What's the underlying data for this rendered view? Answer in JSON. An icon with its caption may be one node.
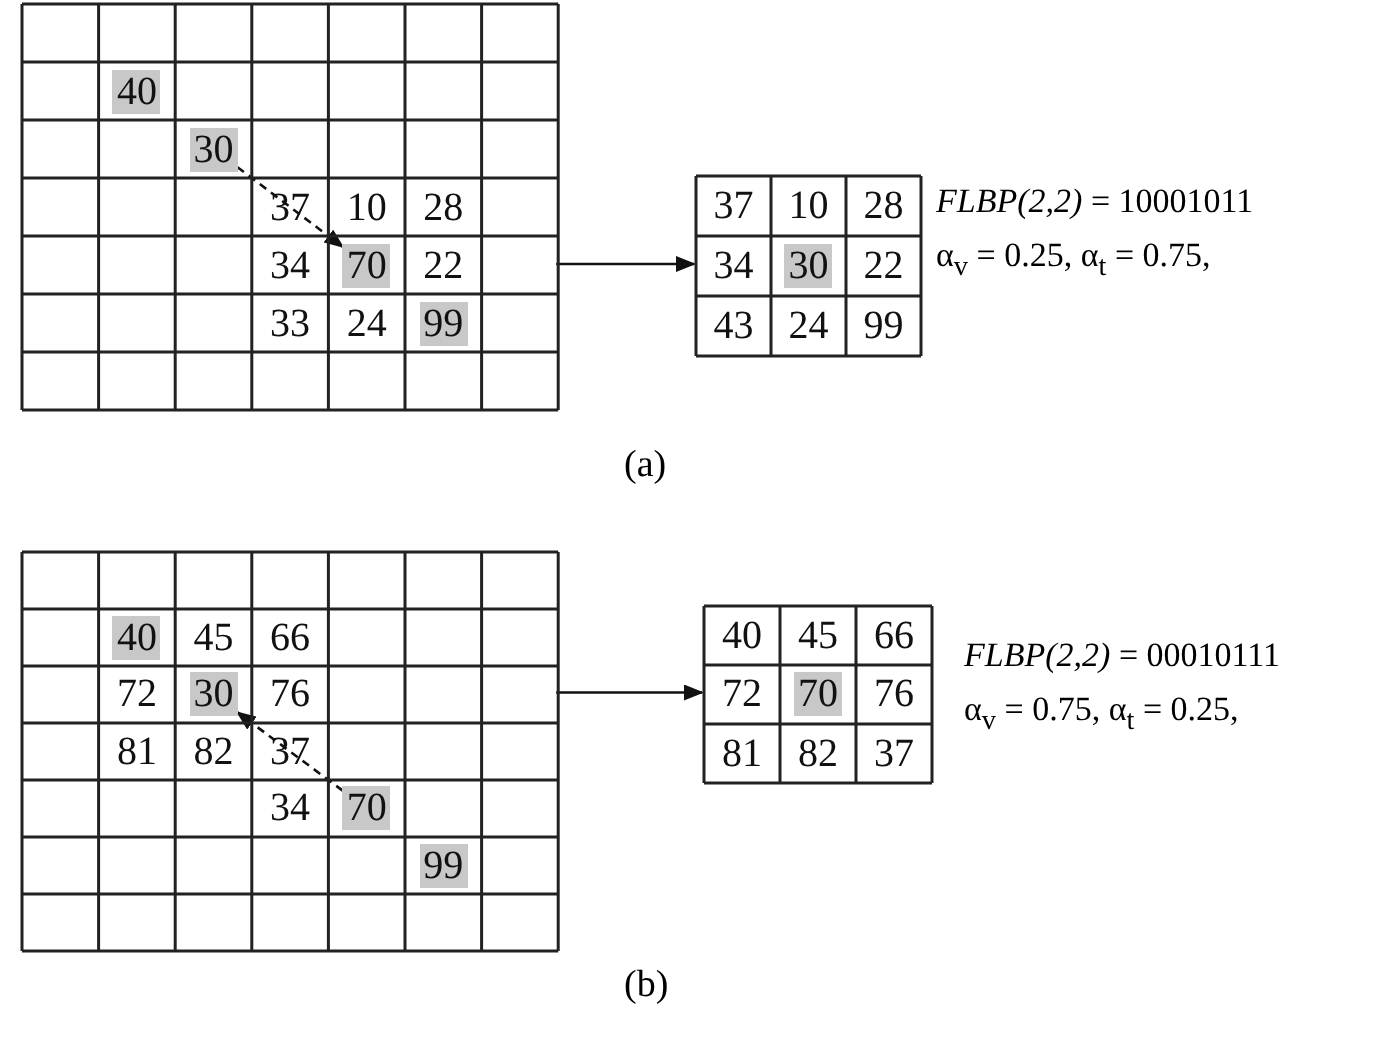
{
  "diagram": {
    "nodes": [
      {
        "text": [],
        "shape": "grid"
      },
      {
        "text": [
          "40"
        ],
        "in": 0
      },
      {
        "text": [
          "30"
        ],
        "in": 0
      },
      {
        "text": [
          "37"
        ],
        "in": 0
      },
      {
        "text": [
          "10"
        ],
        "in": 0
      },
      {
        "text": [
          "28"
        ],
        "in": 0
      },
      {
        "text": [
          "34"
        ],
        "in": 0
      },
      {
        "text": [
          "70"
        ],
        "in": 0
      },
      {
        "text": [
          "22"
        ],
        "in": 0
      },
      {
        "text": [
          "33"
        ],
        "in": 0
      },
      {
        "text": [
          "24"
        ],
        "in": 0
      },
      {
        "text": [
          "99"
        ],
        "in": 0
      },
      {
        "text": [],
        "shape": "grid"
      },
      {
        "text": [
          "37"
        ],
        "in": 12
      },
      {
        "text": [
          "10"
        ],
        "in": 12
      },
      {
        "text": [
          "28"
        ],
        "in": 12
      },
      {
        "text": [
          "34"
        ],
        "in": 12
      },
      {
        "text": [
          "30"
        ],
        "in": 12
      },
      {
        "text": [
          "22"
        ],
        "in": 12
      },
      {
        "text": [
          "43"
        ],
        "in": 12
      },
      {
        "text": [
          "24"
        ],
        "in": 12
      },
      {
        "text": [
          "99"
        ],
        "in": 12
      },
      {
        "text": [],
        "shape": "grid"
      },
      {
        "text": [
          "40"
        ],
        "in": 22
      },
      {
        "text": [
          "45"
        ],
        "in": 22
      },
      {
        "text": [
          "66"
        ],
        "in": 22
      },
      {
        "text": [
          "72"
        ],
        "in": 22
      },
      {
        "text": [
          "30"
        ],
        "in": 22
      },
      {
        "text": [
          "76"
        ],
        "in": 22
      },
      {
        "text": [
          "81"
        ],
        "in": 22
      },
      {
        "text": [
          "82"
        ],
        "in": 22
      },
      {
        "text": [
          "37"
        ],
        "in": 22
      },
      {
        "text": [
          "34"
        ],
        "in": 22
      },
      {
        "text": [
          "70"
        ],
        "in": 22
      },
      {
        "text": [
          "99"
        ],
        "in": 22
      },
      {
        "text": [],
        "shape": "grid"
      },
      {
        "text": [
          "40"
        ],
        "in": 35
      },
      {
        "text": [
          "45"
        ],
        "in": 35
      },
      {
        "text": [
          "66"
        ],
        "in": 35
      },
      {
        "text": [
          "72"
        ],
        "in": 35
      },
      {
        "text": [
          "70"
        ],
        "in": 35
      },
      {
        "text": [
          "76"
        ],
        "in": 35
      },
      {
        "text": [
          "81"
        ],
        "in": 35
      },
      {
        "text": [
          "82"
        ],
        "in": 35
      },
      {
        "text": [
          "37"
        ],
        "in": 35
      }
    ],
    "edges": [
      {
        "from": 0,
        "to": 12,
        "arrow": "to"
      },
      {
        "from": 2,
        "to": 7,
        "arrow": "to",
        "style": "dashed"
      },
      {
        "from": 22,
        "to": 35,
        "arrow": "to"
      },
      {
        "from": 33,
        "to": 27,
        "arrow": "to",
        "style": "dashed"
      }
    ],
    "labels": [
      "*FLBP(2,2)* = 10001011",
      "α$_{v}$ = 0.25, α$_{t}$ = 0.75,",
      "(a)",
      "*FLBP(2,2)* = 00010111",
      "α$_{v}$ = 0.75, α$_{t}$ = 0.25,",
      "(b)"
    ]
  }
}
